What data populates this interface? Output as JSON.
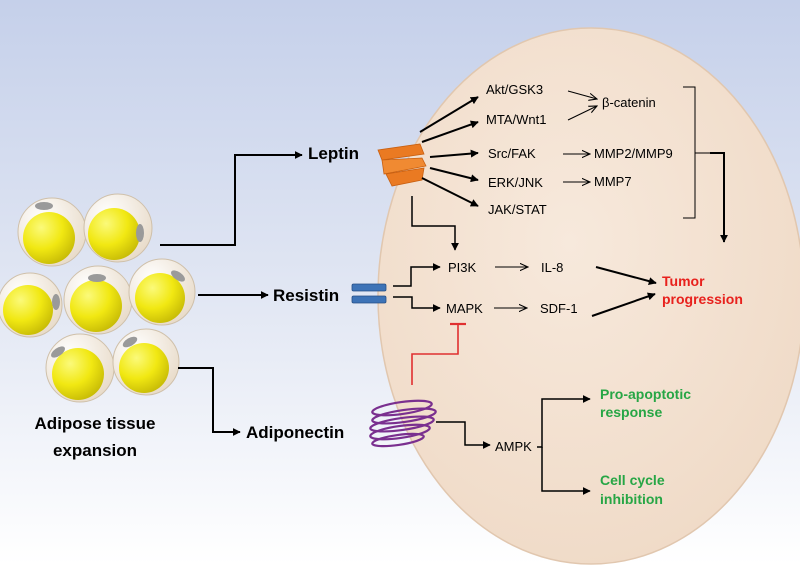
{
  "colors": {
    "cell": "#f4e0cf",
    "tumor_text": "#e8211d",
    "apoptotic_text": "#27a645",
    "inhibit_line": "#e03030",
    "leptin_receptor": "#ea7a22",
    "resistin_receptor": "#3d73b7",
    "adiponectin_receptor": "#7a2f8f",
    "adipocyte": "#f2ea12"
  },
  "diagram": {
    "tissue": {
      "line1": "Adipose tissue",
      "line2": "expansion"
    },
    "hormones": {
      "leptin": "Leptin",
      "resistin": "Resistin",
      "adiponectin": "Adiponectin"
    },
    "leptin_pathways": {
      "akt": "Akt/GSK3",
      "mta": "MTA/Wnt1",
      "src": "Src/FAK",
      "erk": "ERK/JNK",
      "jak": "JAK/STAT",
      "beta_catenin": "β-catenin",
      "mmp2": "MMP2/MMP9",
      "mmp7": "MMP7"
    },
    "resistin_pathways": {
      "pi3k": "PI3K",
      "il8": "IL-8",
      "mapk": "MAPK",
      "sdf1": "SDF-1"
    },
    "adiponectin_pathways": {
      "ampk": "AMPK"
    },
    "outcomes": {
      "tumor_line1": "Tumor",
      "tumor_line2": "progression",
      "apoptotic_line1": "Pro-apoptotic",
      "apoptotic_line2": "response",
      "cellcycle_line1": "Cell cycle",
      "cellcycle_line2": "inhibition"
    }
  }
}
